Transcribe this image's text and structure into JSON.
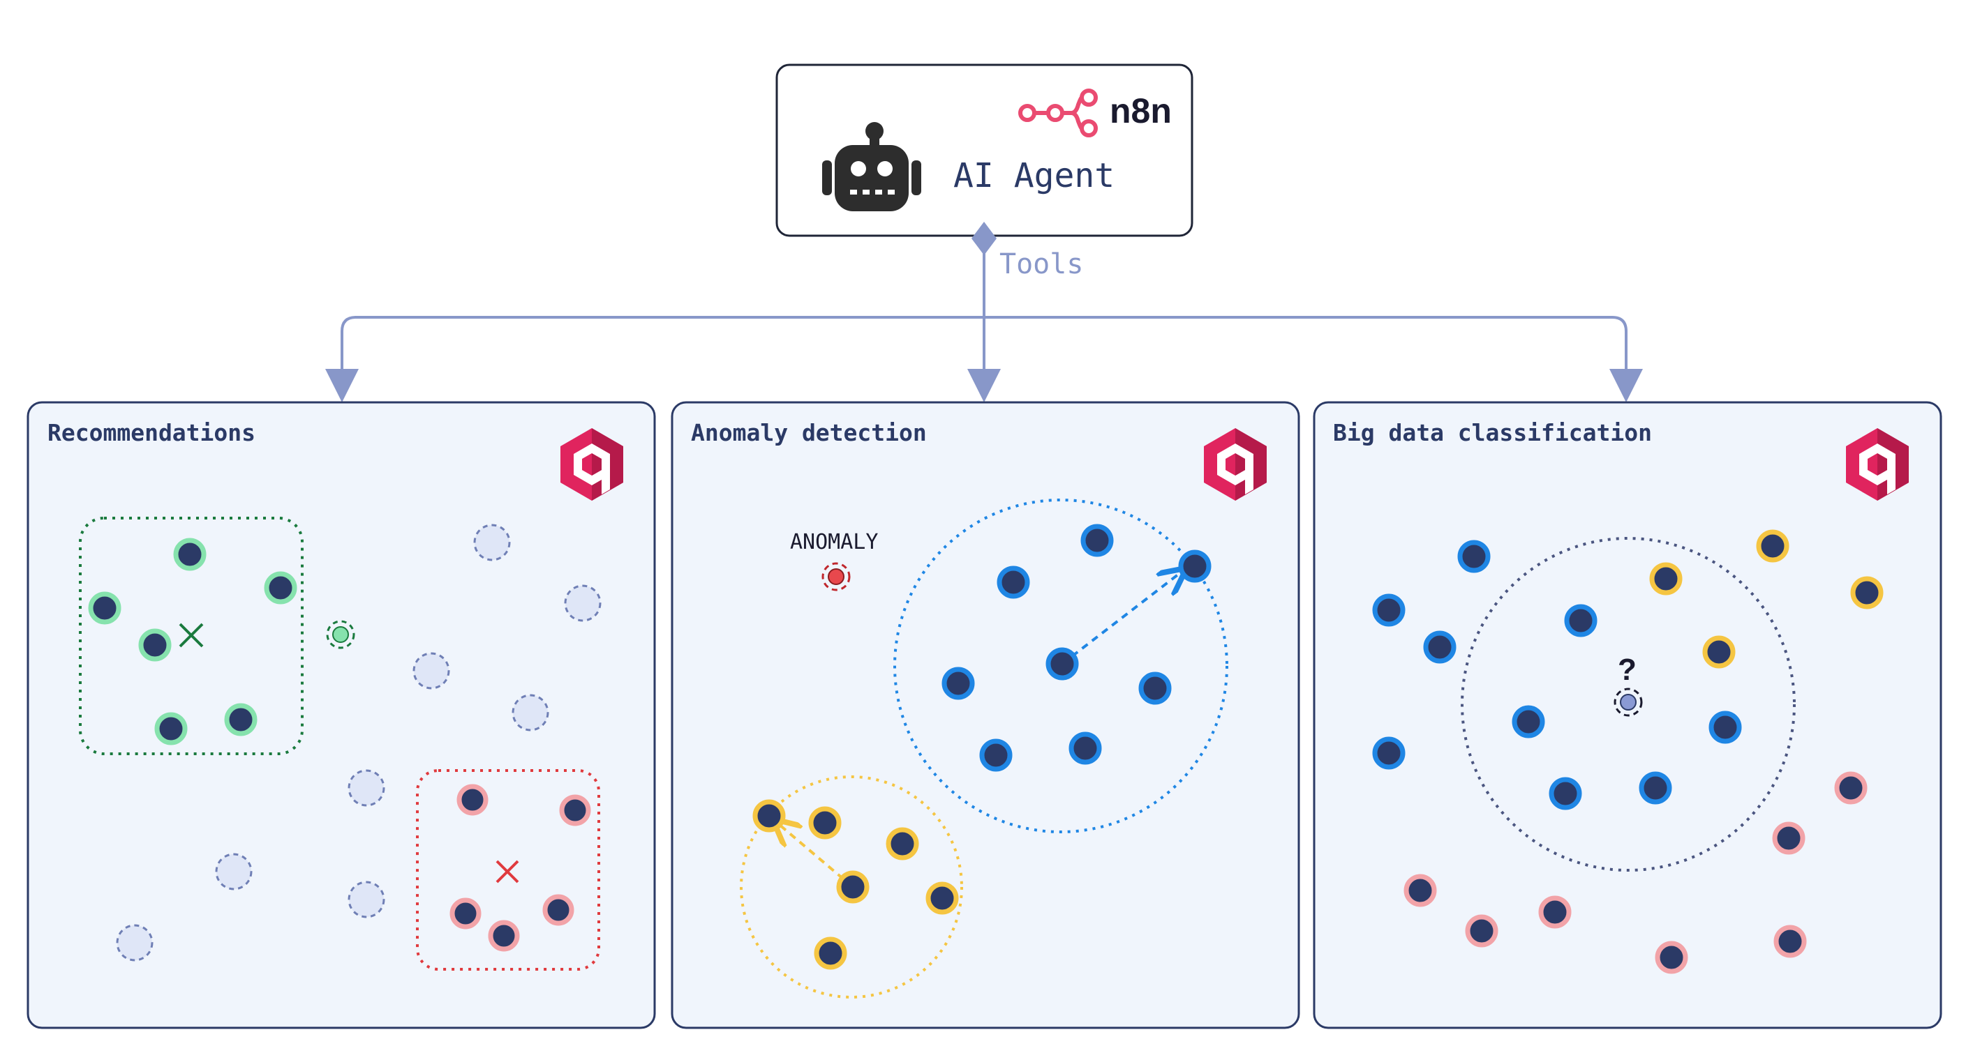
{
  "agent": {
    "brand": "n8n",
    "title": "AI Agent"
  },
  "connector": {
    "label": "Tools"
  },
  "panels": [
    {
      "title": "Recommendations"
    },
    {
      "title": "Anomaly detection",
      "anomaly_label": "ANOMALY"
    },
    {
      "title": "Big data classification",
      "query_mark": "?"
    }
  ],
  "colors": {
    "panel_fill": "#f0f5fc",
    "panel_border": "#2b3a66",
    "title_text": "#2b3a66",
    "connector": "#8897c9",
    "point_core": "#2b3a66",
    "green": "#86e2ad",
    "red": "#f2a3a8",
    "blue": "#1f86e4",
    "yellow": "#f5c542",
    "qdrant": "#e0245e",
    "n8n": "#ea4b71"
  }
}
